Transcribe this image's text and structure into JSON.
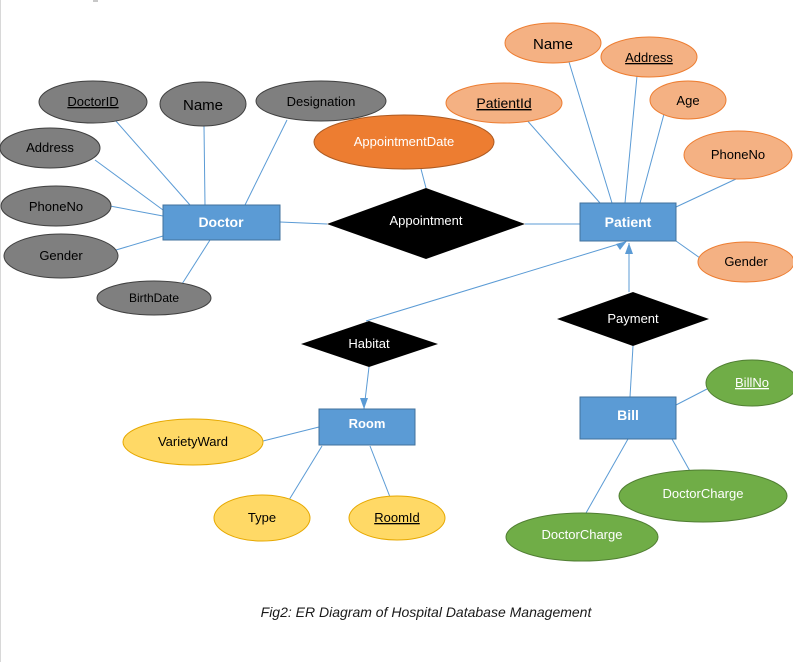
{
  "caption": "Fig2: ER Diagram of Hospital Database Management",
  "colors": {
    "entity_fill": "#5B9BD5",
    "entity_stroke": "#41719C",
    "relationship_fill": "#000000",
    "line": "#5B9BD5",
    "doctor_attr_fill": "#7F7F7F",
    "patient_attr_fill": "#F4B183",
    "appointment_attr_fill": "#ED7D31",
    "room_attr_fill": "#FFD966",
    "bill_attr_fill": "#70AD47"
  },
  "entities": {
    "doctor": "Doctor",
    "patient": "Patient",
    "room": "Room",
    "bill": "Bill"
  },
  "relationships": {
    "appointment": "Appointment",
    "habitat": "Habitat",
    "payment": "Payment"
  },
  "attributes": {
    "doctor_id": "DoctorID",
    "doctor_name": "Name",
    "doctor_designation": "Designation",
    "doctor_address": "Address",
    "doctor_phone": "PhoneNo",
    "doctor_gender": "Gender",
    "doctor_birthdate": "BirthDate",
    "appointment_date": "AppointmentDate",
    "patient_name": "Name",
    "patient_address": "Address",
    "patient_id": "PatientId",
    "patient_age": "Age",
    "patient_phone": "PhoneNo",
    "patient_gender": "Gender",
    "room_variety": "VarietyWard",
    "room_type": "Type",
    "room_id": "RoomId",
    "bill_no": "BillNo",
    "bill_charge_1": "DoctorCharge",
    "bill_charge_2": "DoctorCharge"
  }
}
